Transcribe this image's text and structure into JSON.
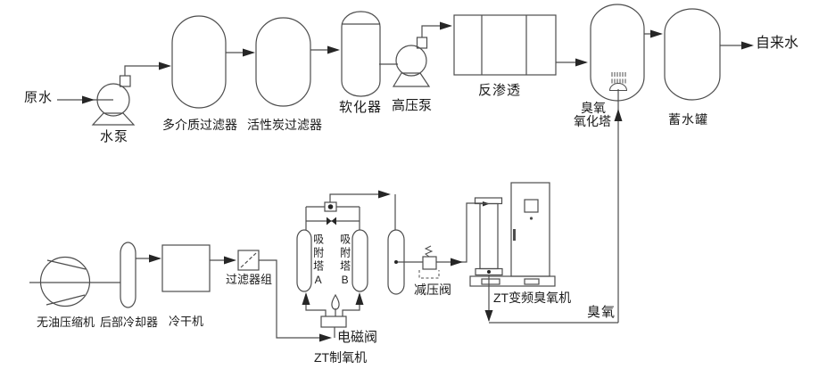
{
  "diagram": {
    "background": "#ffffff",
    "line_color": "#4d4d4d",
    "text_color": "#1a1a1a",
    "water_line": {
      "source": "原水",
      "pump": "水泵",
      "multimedia_filter": "多介质过滤器",
      "carbon_filter": "活性炭过滤器",
      "softener": "软化器",
      "high_pressure_pump": "高压泵",
      "reverse_osmosis": "反渗透",
      "ozone_tower_line1": "臭氧",
      "ozone_tower_line2": "氧化塔",
      "storage_tank": "蓄水罐",
      "output": "自来水"
    },
    "gas_line": {
      "compressor": "无油压缩机",
      "after_cooler": "后部冷却器",
      "dryer": "冷干机",
      "filter_group": "过滤器组",
      "adsorption_tower_a": "吸附塔A",
      "adsorption_tower_b": "吸附塔B",
      "solenoid_valve": "电磁阀",
      "oxygen_generator": "ZT制氧机",
      "pressure_reducing_valve": "减压阀",
      "ozone_machine": "ZT变频臭氧机",
      "ozone_gas": "臭氧"
    }
  }
}
